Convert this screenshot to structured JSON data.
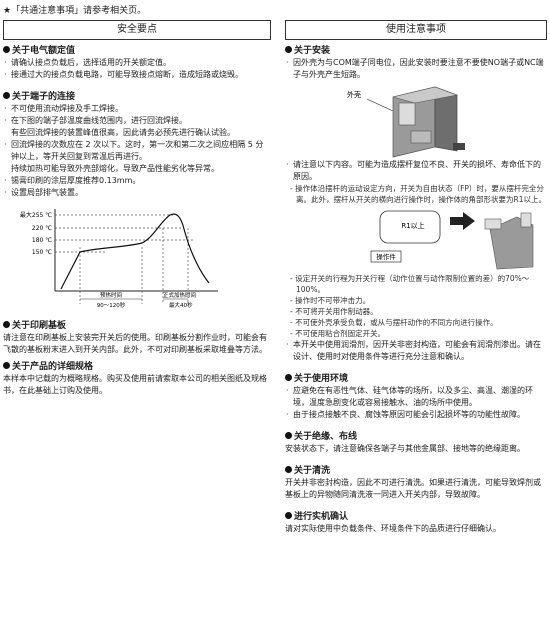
{
  "top_note": "★「共通注意事項」请参考相关页。",
  "left": {
    "header": "安全要点",
    "rated": {
      "title": "关于电气额定值",
      "items": [
        "请确认接点负载后，选择适用的开关额定值。",
        "接通过大的接点负载电路，可能导致接点熔断，造成短路或烧毁。"
      ]
    },
    "terminal": {
      "title": "关于端子的连接",
      "items": [
        "不可使用流动焊接及手工焊接。",
        "在下图的端子部温度曲线范围内，进行回流焊接。",
        "回流焊接的次数应在 2 次以下。这时，第一次和第二次之间应相隔 5 分钟以上，等开关回复到常温后再进行。",
        "锡膏印刷的涂层厚度推荐0.13mm。",
        "设置局部排气装置。"
      ],
      "notes": [
        "有些回流焊接的装置峰值很高，因此请务必预先进行确认试验。",
        "持续加热可能导致外壳部熔化，导致产品性能劣化等异常。"
      ]
    },
    "chart": {
      "labels": [
        "最大255 ℃",
        "220 ℃",
        "180 ℃",
        "150 ℃"
      ],
      "preheat": "预热时间",
      "preheat_range": "90～120秒",
      "main_heat": "正式加热时间",
      "main_heat_max": "最大40秒"
    },
    "pcb": {
      "title": "关于印刷基板",
      "text": "请注意在印刷基板上安装完开关后的使用。印刷基板分割作业时，可能会有飞散的基板粉末进入到开关内部。此外，不可对印刷基板采取堆叠等方法。"
    },
    "spec": {
      "title": "关于产品的详细规格",
      "text": "本样本中记载的为概略规格。购买及使用前请索取本公司的相关图纸及规格书，在此基础上订购及使用。"
    }
  },
  "right": {
    "header": "使用注意事项",
    "install": {
      "title": "关于安装",
      "item1": "因外壳为与COM端子同电位，因此安装时要注意不要使NO端子或NC端子与外壳产生短路。",
      "housing_label": "外壳",
      "item2": "请注意以下内容。可能为造成摆杆复位不良、开关的损坏、寿命低下的原因。",
      "sub1": "操作体沿摆杆的运动设定方向，开关为自由状态（FP）时，要从摆杆完全分离。此外，摆杆从开关的横向进行操作时，操作体的角部形状要为R1以上。",
      "r1_label": "R1以上",
      "operator_label": "操作件",
      "dash_items": [
        "设定开关的行程为开关行程（动作位置与动作限制位置的差）的70%～100%。",
        "操作时不可带冲击力。",
        "不可将开关用作制动器。",
        "不可使外壳承受负载，或从与摆杆动作的不同方向进行操作。",
        "不可使用粘合剂固定开关。"
      ],
      "item3": "本开关中使用润滑剂，因开关非密封构造，可能会有润滑剂渗出。请在设计、使用时对使用条件等进行充分注意和确认。"
    },
    "env": {
      "title": "关于使用环境",
      "items": [
        "应避免在有恶性气体、硅气体等的场所，以及多尘、高温、潮湿的环境，温度急剧变化或容易接触水、油的场所中使用。",
        "由于接点接触不良、腐蚀等原因可能会引起损坏等的功能性故障。"
      ]
    },
    "insulation": {
      "title": "关于绝缘、布线",
      "text": "安装状态下，请注意确保各端子与其他金属部、接地等的绝缘距离。"
    },
    "cleaning": {
      "title": "关于清洗",
      "text": "开关并非密封构造，因此不可进行清洗。如果进行清洗，可能导致焊剂或基板上的异物随同清洗液一同进入开关内部，导致故障。"
    },
    "confirm": {
      "title": "进行实机确认",
      "text": "请对实际使用中负载条件、环境条件下的品质进行仔细确认。"
    }
  }
}
